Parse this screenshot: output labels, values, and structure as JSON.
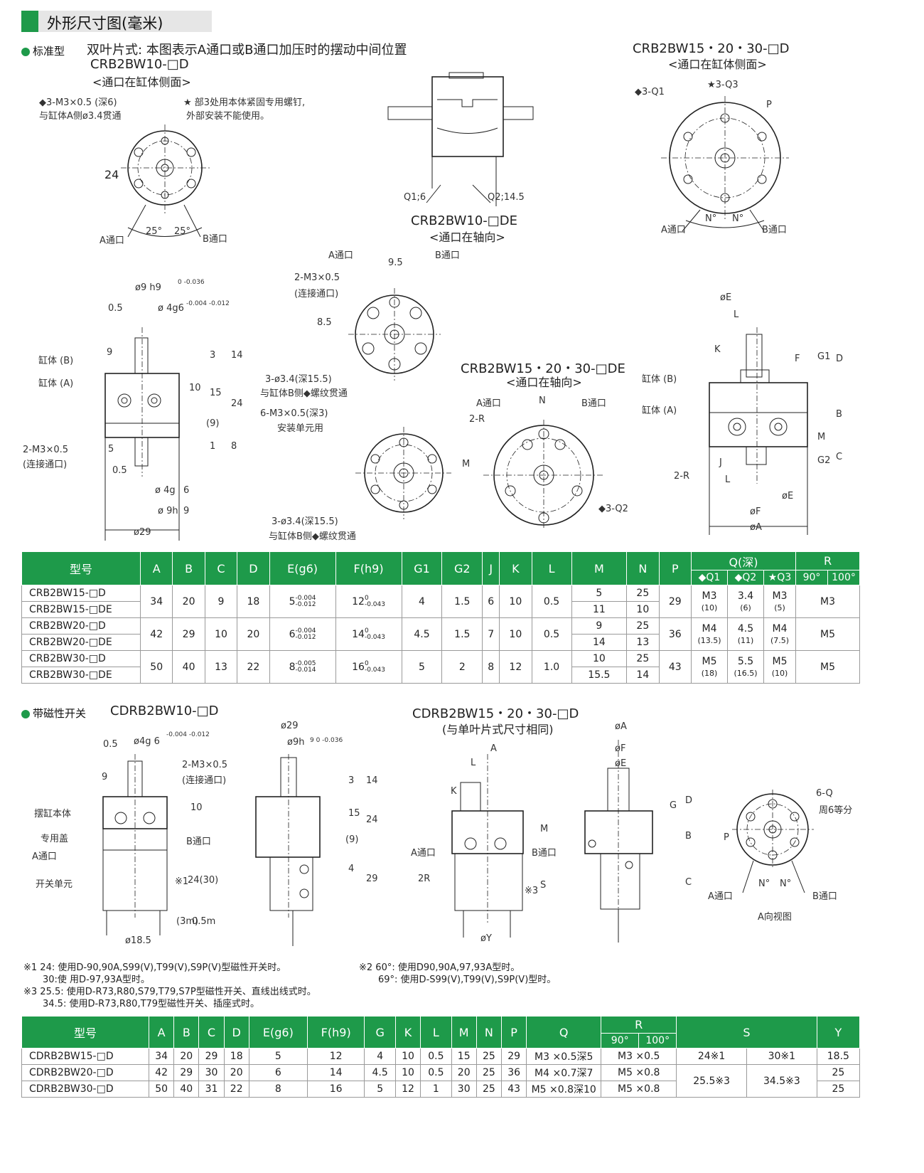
{
  "header": {
    "title": "外形尺寸图(毫米)"
  },
  "section_standard": {
    "label": "标准型",
    "desc": "双叶片式: 本图表示A通口或B通口加压时的摆动中间位置",
    "model_10d": "CRB2BW10-□D",
    "model_10d_note": "<通口在缸体侧面>",
    "model_10de": "CRB2BW10-□DE",
    "model_10de_note": "<通口在轴向>",
    "model_1520_d": "CRB2BW15・20・30-□D",
    "model_1520_d_note": "<通口在缸体侧面>",
    "model_1520_de": "CRB2BW15・20・30-□DE",
    "model_1520_de_note": "<通口在轴向>"
  },
  "annotations": {
    "m3_deep6": "◆3-M3×0.5 (深6)",
    "thru_a": "与缸体A侧ø3.4贯通",
    "star3_bolt": "★ 部3处用本体紧固专用螺钉,",
    "no_outside": "外部安装不能使用。",
    "d24": "24",
    "deg25a": "25°",
    "deg25b": "25°",
    "port_a": "A通口",
    "port_b": "B通口",
    "q1_6": "Q1;6",
    "q2_14_5": "Q2;14.5",
    "q1": "◆3-Q1",
    "q3": "★3-Q3",
    "p": "P",
    "n_deg": "N°",
    "phi9_h9": "ø9  h9",
    "h9_tol": "0 -0.036",
    "d05": "0.5",
    "phi4g6": "ø 4g6",
    "g6_tol": "-0.004 -0.012",
    "body_b": "缸体 (B)",
    "body_a": "缸体 (A)",
    "m3_conn": "2-M3×0.5",
    "conn_port": "(连接通口)",
    "d9": "9",
    "d3": "3",
    "d14": "14",
    "d10": "10",
    "d15": "15",
    "d24b": "24",
    "d9p": "(9)",
    "d1": "1",
    "d8": "8",
    "d5": "5",
    "d05b": "0.5",
    "phi4g_b": "ø 4g",
    "g6_b": "6",
    "phi9h_b": "ø 9h",
    "h9_b": "9",
    "phi29": "ø29",
    "d9_5": "9.5",
    "d8_5": "8.5",
    "m3_conn2": "2-M3×0.5",
    "conn_port2": "(连接通口)",
    "thru34": "3-ø3.4(深15.5)",
    "thru34_b": "与缸体B侧◆螺纹贯通",
    "m3x6": "6-M3×0.5(深3)",
    "mount_use": "安装单元用",
    "thru34_2": "3-ø3.4(深15.5)",
    "thru34_2b": "与缸体B侧◆螺纹贯通",
    "n": "N",
    "two_r": "2-R",
    "m": "M",
    "q2": "◆3-Q2",
    "phi_e": "øE",
    "l": "L",
    "k": "K",
    "f": "F",
    "g1": "G1",
    "d_lbl": "D",
    "b_lbl": "B",
    "c_lbl": "C",
    "g2": "G2",
    "j": "J",
    "phi_f": "øF",
    "phi_a": "øA",
    "body_b2": "缸体 (B)",
    "body_a2": "缸体 (A)",
    "two_r2": "2-R"
  },
  "table1": {
    "headers": [
      "型号",
      "A",
      "B",
      "C",
      "D",
      "E(g6)",
      "F(h9)",
      "G1",
      "G2",
      "J",
      "K",
      "L",
      "M",
      "N",
      "P",
      "Q(深)",
      "R"
    ],
    "q_sub": [
      "◆Q1",
      "◆Q2",
      "★Q3"
    ],
    "r_sub": [
      "90°",
      "100°"
    ],
    "rows": [
      {
        "models": [
          "CRB2BW15-□D",
          "CRB2BW15-□DE"
        ],
        "A": "34",
        "B": "20",
        "C": "9",
        "D": "18",
        "E": "5",
        "E_tol": [
          "-0.004",
          "-0.012"
        ],
        "F": "12",
        "F_tol": [
          "0",
          "-0.043"
        ],
        "G1": "4",
        "G2": "1.5",
        "J": "6",
        "K": "10",
        "L": "0.5",
        "M": [
          "5",
          "11"
        ],
        "N": [
          "25",
          "10"
        ],
        "P": "29",
        "Q1": [
          "M3",
          "(10)"
        ],
        "Q2": [
          "3.4",
          "(6)"
        ],
        "Q3": [
          "M3",
          "(5)"
        ],
        "R": "M3"
      },
      {
        "models": [
          "CRB2BW20-□D",
          "CRB2BW20-□DE"
        ],
        "A": "42",
        "B": "29",
        "C": "10",
        "D": "20",
        "E": "6",
        "E_tol": [
          "-0.004",
          "-0.012"
        ],
        "F": "14",
        "F_tol": [
          "0",
          "-0.043"
        ],
        "G1": "4.5",
        "G2": "1.5",
        "J": "7",
        "K": "10",
        "L": "0.5",
        "M": [
          "9",
          "14"
        ],
        "N": [
          "25",
          "13"
        ],
        "P": "36",
        "Q1": [
          "M4",
          "(13.5)"
        ],
        "Q2": [
          "4.5",
          "(11)"
        ],
        "Q3": [
          "M4",
          "(7.5)"
        ],
        "R": "M5"
      },
      {
        "models": [
          "CRB2BW30-□D",
          "CRB2BW30-□DE"
        ],
        "A": "50",
        "B": "40",
        "C": "13",
        "D": "22",
        "E": "8",
        "E_tol": [
          "-0.005",
          "-0.014"
        ],
        "F": "16",
        "F_tol": [
          "0",
          "-0.043"
        ],
        "G1": "5",
        "G2": "2",
        "J": "8",
        "K": "12",
        "L": "1.0",
        "M": [
          "10",
          "15.5"
        ],
        "N": [
          "25",
          "14"
        ],
        "P": "43",
        "Q1": [
          "M5",
          "(18)"
        ],
        "Q2": [
          "5.5",
          "(16.5)"
        ],
        "Q3": [
          "M5",
          "(10)"
        ],
        "R": "M5"
      }
    ]
  },
  "section_magnetic": {
    "label": "带磁性开关",
    "model_10": "CDRB2BW10-□D",
    "model_1520": "CDRB2BW15・20・30-□D",
    "model_1520_note": "(与单叶片式尺寸相同)",
    "d05": "0.5",
    "phi4g6": "ø4g 6",
    "g6_tol": "-0.004 -0.012",
    "m3_conn": "2-M3×0.5",
    "conn_port": "(连接通口)",
    "d9": "9",
    "d10": "10",
    "body": "摆缸本体",
    "cover": "专用盖",
    "port_a": "A通口",
    "port_b": "B通口",
    "switch_unit": "开关单元",
    "note1": "※1",
    "d24_30": "24(30)",
    "d3m": "(3m)",
    "d05m": "0.5m",
    "phi18_5": "ø18.5",
    "phi29": "ø29",
    "phi9h": "ø9h",
    "h9_tol": "9 0 -0.036",
    "d3": "3",
    "d14": "14",
    "d15": "15",
    "d24": "24",
    "d9p": "(9)",
    "d4": "4",
    "d29": "29",
    "a_arrow": "A",
    "l": "L",
    "k": "K",
    "m": "M",
    "port_a2": "A通口",
    "port_b2": "B通口",
    "two_r": "2R",
    "s": "S",
    "note3": "※3",
    "phi_y": "øY",
    "phi_a": "øA",
    "phi_f": "øF",
    "phi_e": "øE",
    "g": "G",
    "d": "D",
    "b": "B",
    "c": "C",
    "q6": "6-Q",
    "equal6": "周6等分",
    "p": "P",
    "n_deg": "N°",
    "port_a3": "A通口",
    "port_b3": "B通口",
    "a_view": "A向视图"
  },
  "notes": {
    "n1a": "※1  24: 使用D-90,90A,S99(V),T99(V),S9P(V)型磁性开关时。",
    "n1b": "30:使 用D-97,93A型时。",
    "n3a": "※3  25.5: 使用D-R73,R80,S79,T79,S7P型磁性开关、直线出线式时。",
    "n3b": "34.5: 使用D-R73,R80,T79型磁性开关、插座式时。",
    "n2a": "※2  60°: 使用D90,90A,97,93A型时。",
    "n2b": "69°: 使用D-S99(V),T99(V),S9P(V)型时。"
  },
  "table2": {
    "headers": [
      "型号",
      "A",
      "B",
      "C",
      "D",
      "E(g6)",
      "F(h9)",
      "G",
      "K",
      "L",
      "M",
      "N",
      "P",
      "Q",
      "R",
      "S",
      "Y"
    ],
    "r_sub": [
      "90°",
      "100°"
    ],
    "rows": [
      {
        "model": "CDRB2BW15-□D",
        "A": "34",
        "B": "20",
        "C": "29",
        "D": "18",
        "E": "5",
        "F": "12",
        "G": "4",
        "K": "10",
        "L": "0.5",
        "M": "15",
        "N": "25",
        "P": "29",
        "Q": "M3 ×0.5深5",
        "R": "M3 ×0.5",
        "Y": "18.5"
      },
      {
        "model": "CDRB2BW20-□D",
        "A": "42",
        "B": "29",
        "C": "30",
        "D": "20",
        "E": "6",
        "F": "14",
        "G": "4.5",
        "K": "10",
        "L": "0.5",
        "M": "20",
        "N": "25",
        "P": "36",
        "Q": "M4 ×0.7深7",
        "R": "M5 ×0.8",
        "Y": "25"
      },
      {
        "model": "CDRB2BW30-□D",
        "A": "50",
        "B": "40",
        "C": "31",
        "D": "22",
        "E": "8",
        "F": "16",
        "G": "5",
        "K": "12",
        "L": "1",
        "M": "30",
        "N": "25",
        "P": "43",
        "Q": "M5 ×0.8深10",
        "R": "M5 ×0.8",
        "Y": "25"
      }
    ],
    "s_top": [
      "24※1",
      "30※1"
    ],
    "s_bottom": [
      "25.5※3",
      "34.5※3"
    ]
  }
}
